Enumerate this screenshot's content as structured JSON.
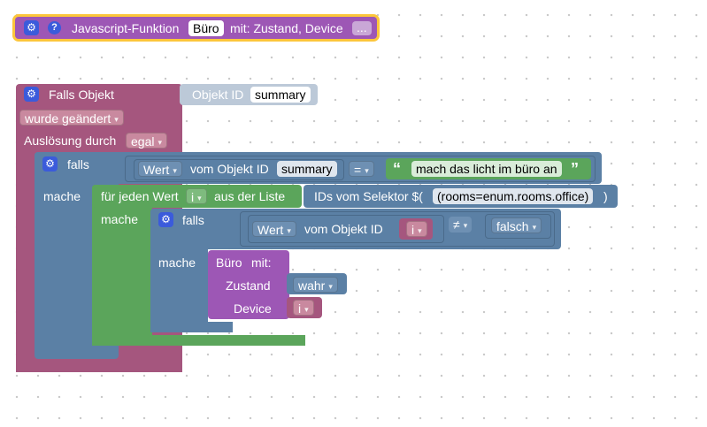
{
  "colors": {
    "purple": "#9d57b5",
    "blue": "#5b80a5",
    "green": "#5ba55b",
    "maroon": "#a5567e",
    "light_blue": "#bcc9d8",
    "highlight": "#fcc63b",
    "gear": "#3b5bdb"
  },
  "function_def": {
    "gear_icon": "gear-icon",
    "help_icon": "?",
    "label": "Javascript-Funktion",
    "name": "Büro",
    "params_label": "mit: Zustand, Device",
    "more": "..."
  },
  "trigger": {
    "label": "Falls Objekt",
    "id_label": "Objekt ID",
    "id_value": "summary",
    "event_value": "wurde geändert",
    "source_label": "Auslösung durch",
    "source_value": "egal"
  },
  "if1": {
    "label": "falls",
    "do_label": "mache",
    "get_value_dd": "Wert",
    "get_value_label": "vom Objekt ID",
    "get_value_id": "summary",
    "op": "=",
    "string_value": "mach das licht im büro an",
    "quote_open": "“",
    "quote_close": "”"
  },
  "foreach": {
    "label": "für jeden Wert",
    "var": "i",
    "list_label": "aus der Liste",
    "selector_label": "IDs vom Selektor $(",
    "selector_value": "(rooms=enum.rooms.office)",
    "selector_close": ")",
    "do_label": "mache"
  },
  "if2": {
    "label": "falls",
    "do_label": "mache",
    "get_value_dd": "Wert",
    "get_value_label": "vom Objekt ID",
    "var": "i",
    "op": "≠",
    "bool_value": "falsch"
  },
  "call": {
    "name": "Büro",
    "with": "mit:",
    "param1": "Zustand",
    "param1_value": "wahr",
    "param2": "Device",
    "param2_value": "i"
  }
}
